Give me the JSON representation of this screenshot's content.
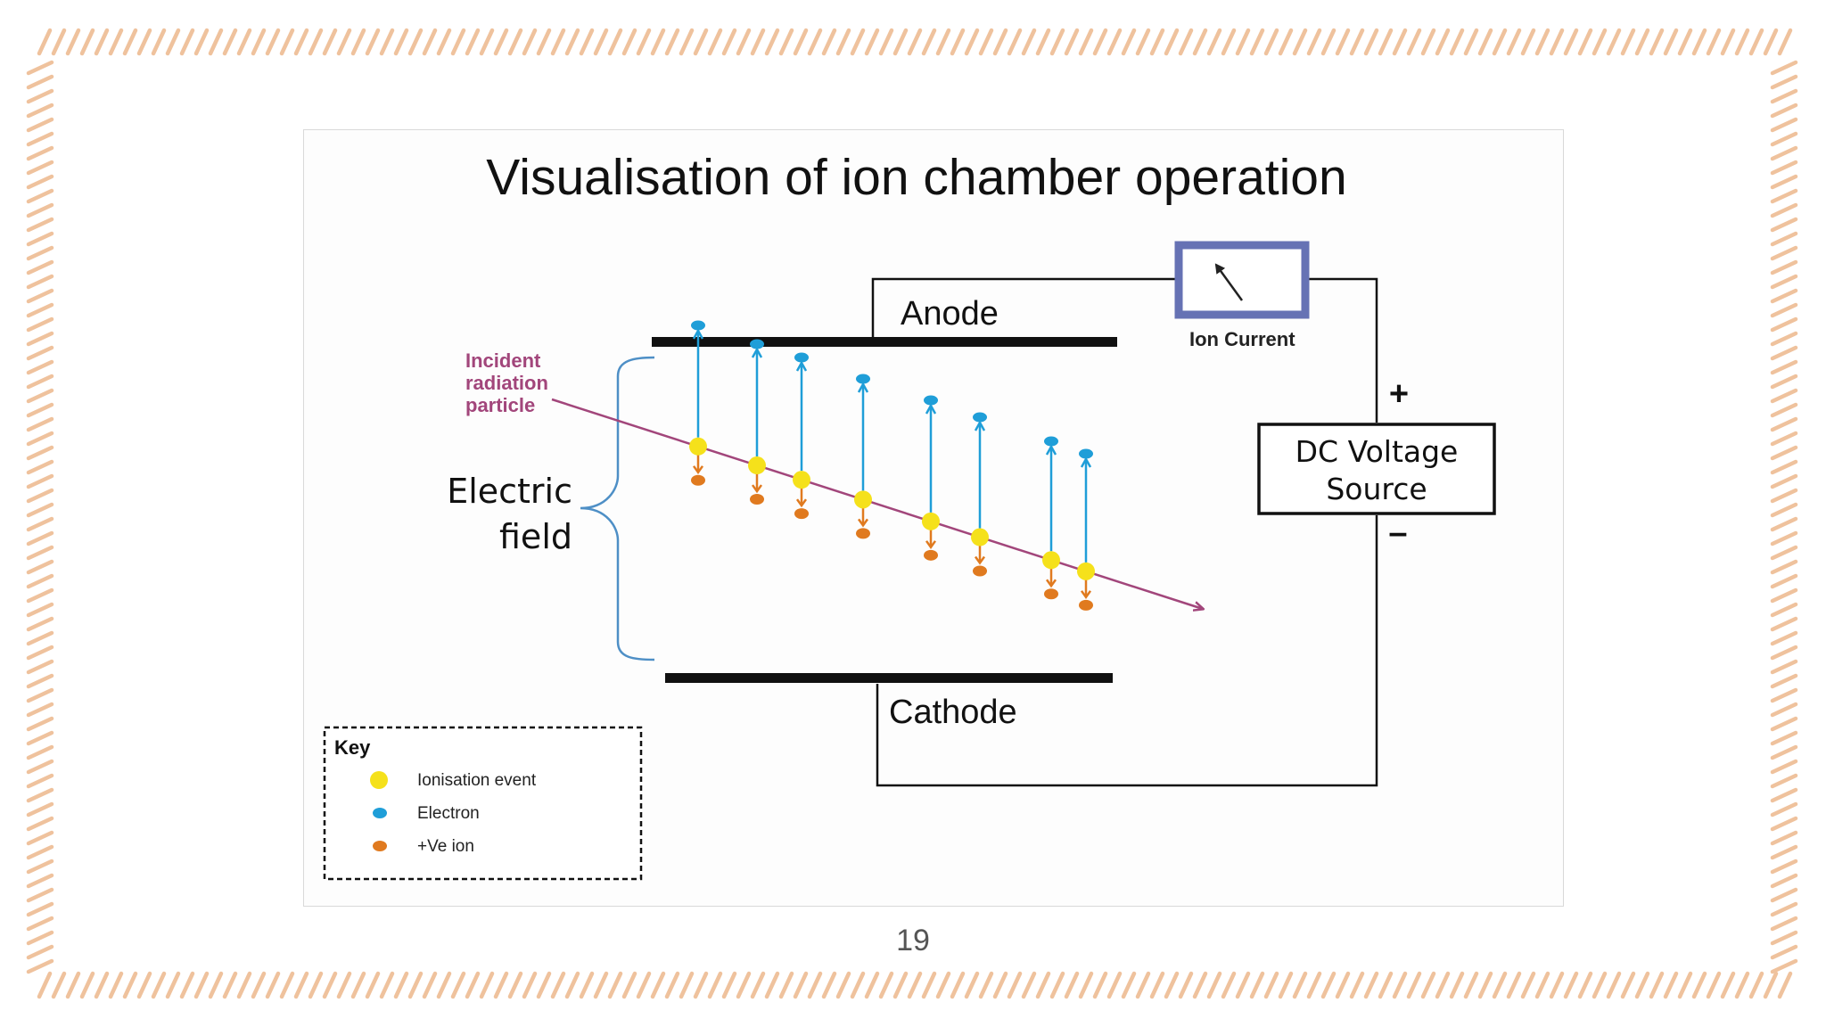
{
  "slide": {
    "title": "Visualisation of ion chamber operation",
    "page_number": "19"
  },
  "diagram": {
    "anode_label": "Anode",
    "cathode_label": "Cathode",
    "meter_label": "Ion Current",
    "source_label_line1": "DC Voltage",
    "source_label_line2": "Source",
    "plus_sign": "+",
    "minus_sign": "–",
    "incident_label_line1": "Incident",
    "incident_label_line2": "radiation",
    "incident_label_line3": "particle",
    "field_label_line1": "Electric",
    "field_label_line2": "field",
    "ionisation_events": 8
  },
  "key": {
    "title": "Key",
    "items": [
      {
        "label": "Ionisation event",
        "color": "#f5e11b"
      },
      {
        "label": "Electron",
        "color": "#1f9ed8"
      },
      {
        "label": "+Ve ion",
        "color": "#e07a1f"
      }
    ]
  },
  "colors": {
    "frame_stroke": "#efc29d",
    "particle_track": "#a2467b",
    "incident_text": "#a2467b",
    "electron": "#1f9ed8",
    "ion": "#e07a1f",
    "ionisation": "#f5e11b",
    "meter_border": "#6672b4",
    "bracket": "#4e8fc6"
  }
}
